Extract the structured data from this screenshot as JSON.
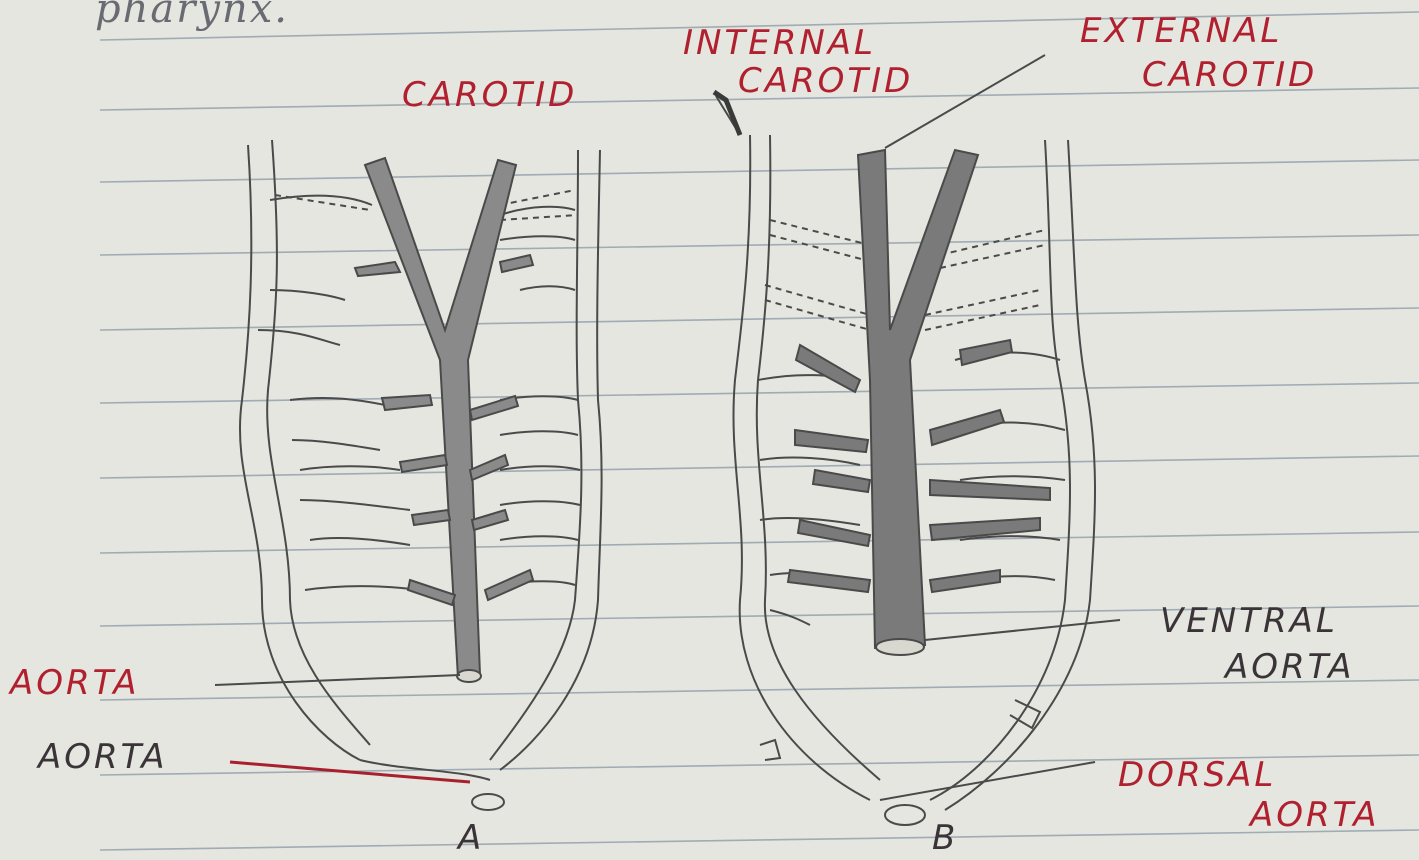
{
  "heading_fragment": "pharynx.",
  "labels": {
    "carotid_a": "CAROTID",
    "internal_carotid_line1": "INTERNAL",
    "internal_carotid_line2": "CAROTID",
    "external_carotid_line1": "EXTERNAL",
    "external_carotid_line2": "CAROTID",
    "aorta_upper": "AORTA",
    "aorta_lower": "AORTA",
    "ventral_aorta_line1": "VENTRAL",
    "ventral_aorta_line2": "AORTA",
    "dorsal_aorta_line1": "DORSAL",
    "dorsal_aorta_line2": "AORTA"
  },
  "panels": [
    "A",
    "B"
  ],
  "colors": {
    "paper": "#e4e6df",
    "rule_line": "#7d8fa0",
    "label_red": "#b0202f",
    "pencil": "#4a4a4a",
    "shading": "#7a7a7a"
  }
}
